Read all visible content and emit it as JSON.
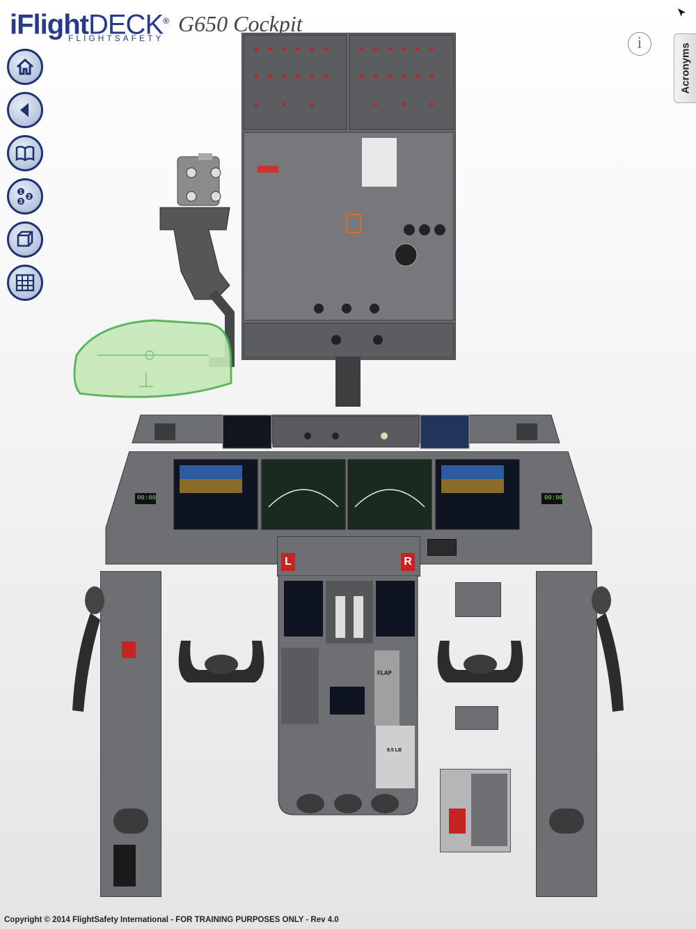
{
  "header": {
    "brand_prefix": "i",
    "brand_bold": "Flight",
    "brand_light": "DECK",
    "brand_mark": "®",
    "subbrand": "FLIGHTSAFETY",
    "model": "G650 Cockpit"
  },
  "nav": [
    {
      "name": "home-button",
      "icon": "home-icon"
    },
    {
      "name": "back-button",
      "icon": "back-arrow-icon"
    },
    {
      "name": "book-button",
      "icon": "book-icon"
    },
    {
      "name": "procedure-button",
      "icon": "numbered-steps-icon"
    },
    {
      "name": "3d-view-button",
      "icon": "cube-icon"
    },
    {
      "name": "panel-map-button",
      "icon": "grid-panel-icon"
    }
  ],
  "topbar": {
    "info_label": "i",
    "acronyms_label": "Acronyms"
  },
  "panels": {
    "glareshield_clock": "00:00",
    "left_indicator": "L",
    "right_indicator": "R",
    "flap_label": "FLAP",
    "pressure_label": "8.5 LB"
  },
  "colors": {
    "brand": "#2a3a8a",
    "panel_gray": "#6e6f72",
    "hud_green": "#7ed87e"
  },
  "footer": {
    "copyright": "Copyright © 2014 FlightSafety International - FOR TRAINING PURPOSES ONLY - Rev 4.0"
  }
}
